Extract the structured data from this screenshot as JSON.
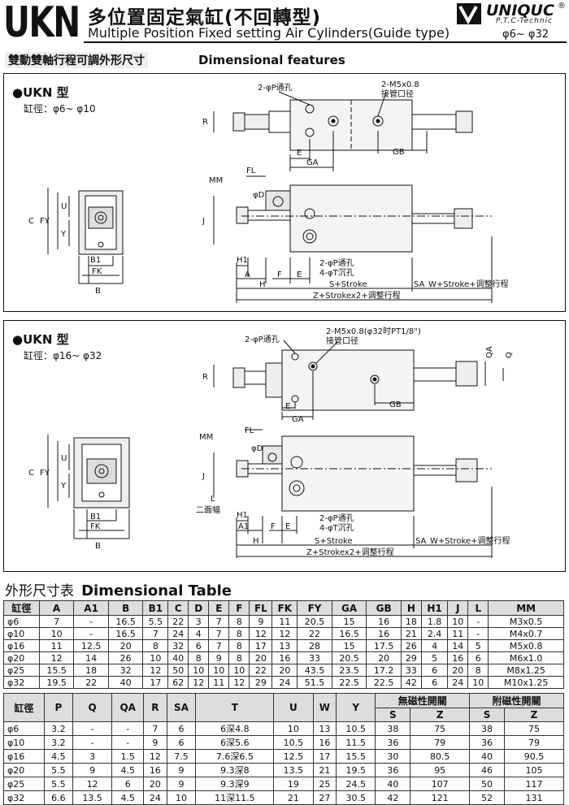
{
  "header": {
    "model": "UKN",
    "title_cn": "多位置固定氣缸(不回轉型)",
    "title_en": "Multiple Position Fixed setting Air Cylinders(Guide type)",
    "bore_range": "φ6~ φ32",
    "brand": "UNIQUC",
    "brand_reg": "®",
    "brand_sub": "P.T.C-Technic"
  },
  "section": {
    "title_cn": "雙動雙軸行程可調外形尺寸",
    "title_en": "Dimensional features"
  },
  "panel1": {
    "type": "●UKN 型",
    "bore": "缸徑：φ6~ φ10",
    "labels": {
      "ports": "2-φP通孔",
      "m_port": "2-M5x0.8",
      "m_port2": "接管口径",
      "R": "R",
      "E": "E",
      "GA": "GA",
      "GB": "GB",
      "MM": "MM",
      "FL": "FL",
      "D": "φD",
      "J": "J",
      "C": "C",
      "FY": "FY",
      "U": "U",
      "Y": "Y",
      "B1": "B1",
      "FK": "FK",
      "B": "B",
      "H1": "H1",
      "A": "A",
      "F": "F",
      "H": "H",
      "p2": "2-φP通孔",
      "t4": "4-φT沉孔",
      "S": "S+Stroke",
      "SA": "SA",
      "W": "W+Stroke+调整行程",
      "Z": "Z+Strokex2+调整行程"
    }
  },
  "panel2": {
    "type": "●UKN 型",
    "bore": "缸徑：φ16~ φ32",
    "labels": {
      "ports": "2-φP通孔",
      "m_port": "2-M5x0.8(φ32时PT1/8\")",
      "m_port2": "接管口径",
      "R": "R",
      "E": "E",
      "GA": "GA",
      "GB": "GB",
      "QA": "QA",
      "Q": "Q",
      "MM": "MM",
      "FL": "FL",
      "D": "φD",
      "J": "J",
      "C": "C",
      "FY": "FY",
      "U": "U",
      "Y": "Y",
      "L": "L",
      "flat": "二面幅",
      "B1": "B1",
      "FK": "FK",
      "B": "B",
      "H1": "H1",
      "A1": "A1",
      "F": "F",
      "E2": "E",
      "H": "H",
      "p2": "2-φP通孔",
      "t4": "4-φT沉孔",
      "S": "S+Stroke",
      "SA": "SA",
      "W": "W+Stroke+调整行程",
      "Z": "Z+Strokex2+调整行程"
    }
  },
  "table_title": {
    "cn": "外形尺寸表",
    "en": "Dimensional Table"
  },
  "table1": {
    "headers": [
      "缸徑",
      "A",
      "A1",
      "B",
      "B1",
      "C",
      "D",
      "E",
      "F",
      "FL",
      "FK",
      "FY",
      "GA",
      "GB",
      "H",
      "H1",
      "J",
      "L",
      "MM"
    ],
    "rows": [
      [
        "φ6",
        "7",
        "-",
        "16.5",
        "5.5",
        "22",
        "3",
        "7",
        "8",
        "9",
        "11",
        "20.5",
        "15",
        "16",
        "18",
        "1.8",
        "10",
        "-",
        "M3x0.5"
      ],
      [
        "φ10",
        "10",
        "-",
        "16.5",
        "7",
        "24",
        "4",
        "7",
        "8",
        "12",
        "12",
        "22",
        "16.5",
        "16",
        "21",
        "2.4",
        "11",
        "-",
        "M4x0.7"
      ],
      [
        "φ16",
        "11",
        "12.5",
        "20",
        "8",
        "32",
        "6",
        "7",
        "8",
        "17",
        "13",
        "28",
        "15",
        "17.5",
        "26",
        "4",
        "14",
        "5",
        "M5x0.8"
      ],
      [
        "φ20",
        "12",
        "14",
        "26",
        "10",
        "40",
        "8",
        "9",
        "8",
        "20",
        "16",
        "33",
        "20.5",
        "20",
        "29",
        "5",
        "16",
        "6",
        "M6x1.0"
      ],
      [
        "φ25",
        "15.5",
        "18",
        "32",
        "12",
        "50",
        "10",
        "10",
        "10",
        "22",
        "20",
        "43.5",
        "23.5",
        "17.2",
        "33",
        "6",
        "20",
        "8",
        "M8x1.25"
      ],
      [
        "φ32",
        "19.5",
        "22",
        "40",
        "17",
        "62",
        "12",
        "11",
        "12",
        "29",
        "24",
        "51.5",
        "22.5",
        "22.5",
        "42",
        "6",
        "24",
        "10",
        "M10x1.25"
      ]
    ]
  },
  "table2": {
    "headers": [
      "缸徑",
      "P",
      "Q",
      "QA",
      "R",
      "SA",
      "T",
      "U",
      "W",
      "Y"
    ],
    "group1": "無磁性開關",
    "group2": "附磁性開關",
    "sub": [
      "S",
      "Z",
      "S",
      "Z"
    ],
    "rows": [
      [
        "φ6",
        "3.2",
        "-",
        "-",
        "7",
        "6",
        "6深4.8",
        "10",
        "13",
        "10.5",
        "38",
        "75",
        "38",
        "75"
      ],
      [
        "φ10",
        "3.2",
        "-",
        "-",
        "9",
        "6",
        "6深5.6",
        "10.5",
        "16",
        "11.5",
        "36",
        "79",
        "36",
        "79"
      ],
      [
        "φ16",
        "4.5",
        "3",
        "1.5",
        "12",
        "7.5",
        "7.6深6.5",
        "12.5",
        "17",
        "15.5",
        "30",
        "80.5",
        "40",
        "90.5"
      ],
      [
        "φ20",
        "5.5",
        "9",
        "4.5",
        "16",
        "9",
        "9.3深8",
        "13.5",
        "21",
        "19.5",
        "36",
        "95",
        "46",
        "105"
      ],
      [
        "φ25",
        "5.5",
        "12",
        "6",
        "20",
        "9",
        "9.3深9",
        "19",
        "25",
        "24.5",
        "40",
        "107",
        "50",
        "117"
      ],
      [
        "φ32",
        "6.6",
        "13.5",
        "4.5",
        "24",
        "10",
        "11深11.5",
        "21",
        "27",
        "30.5",
        "42",
        "121",
        "52",
        "131"
      ]
    ]
  }
}
